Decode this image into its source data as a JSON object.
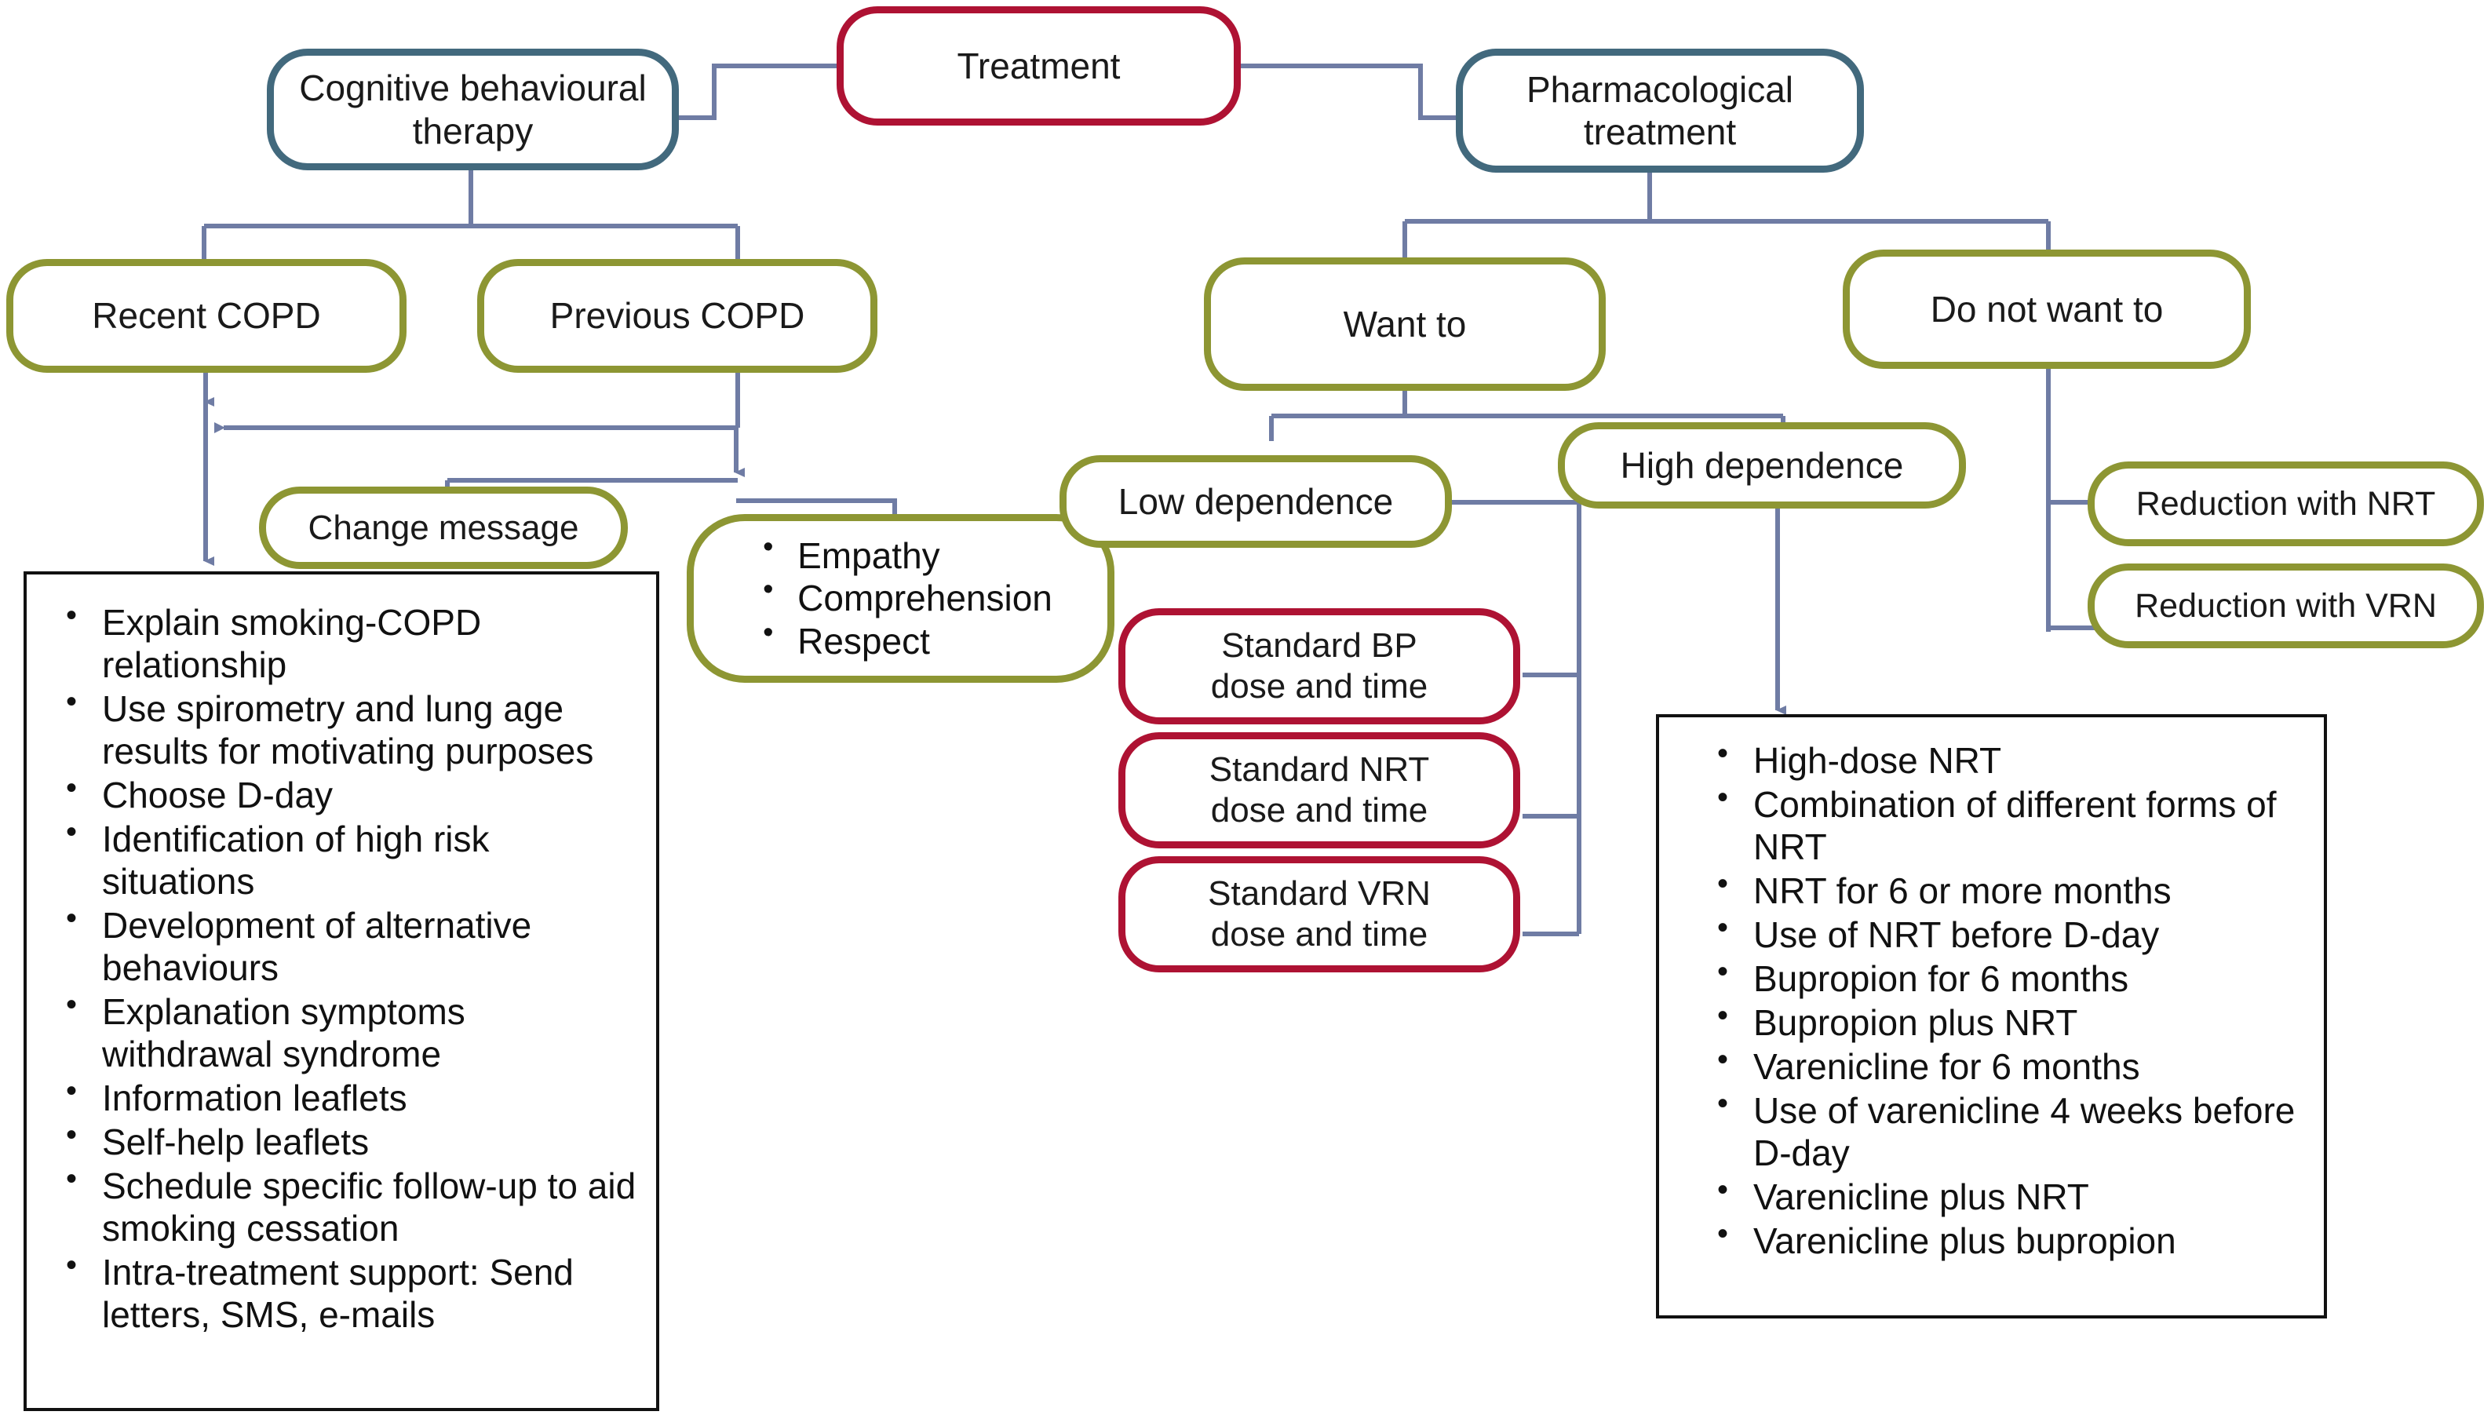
{
  "diagram": {
    "title": "Treatment flowchart for smoking cessation in COPD",
    "colors": {
      "root_border": "#ae1233",
      "branch_border": "#42697d",
      "category_border": "#8d9633",
      "connector": "#6f7ca4",
      "plain_box_border": "#111111",
      "text": "#1a1a1a",
      "background": "#ffffff"
    },
    "nodes": {
      "root": "Treatment",
      "cbt": "Cognitive behavioural therapy",
      "pharma": "Pharmacological treatment",
      "recent_copd": "Recent COPD",
      "previous_copd": "Previous COPD",
      "want_to": "Want to",
      "do_not_want_to": "Do not want to",
      "change_message": "Change message",
      "low_dependence": "Low dependence",
      "high_dependence": "High dependence",
      "standard_bp": "Standard BP dose and time",
      "standard_nrt": "Standard NRT dose and time",
      "standard_vrn": "Standard VRN dose and time",
      "reduction_nrt": "Reduction with NRT",
      "reduction_vrn": "Reduction with VRN"
    },
    "node_lines": {
      "cbt": [
        "Cognitive behavioural",
        "therapy"
      ],
      "pharma": [
        "Pharmacological",
        "treatment"
      ],
      "standard_bp": [
        "Standard BP",
        "dose and time"
      ],
      "standard_nrt": [
        "Standard NRT",
        "dose and time"
      ],
      "standard_vrn": [
        "Standard VRN",
        "dose and time"
      ]
    },
    "attitude_items": [
      "Empathy",
      "Comprehension",
      "Respect"
    ],
    "cbt_actions": [
      "Explain smoking-COPD relationship",
      "Use spirometry and lung age results for motivating purposes",
      "Choose D-day",
      "Identification of high risk situations",
      "Development of alternative behaviours",
      "Explanation symptoms withdrawal syndrome",
      "Information leaflets",
      "Self-help leaflets",
      "Schedule specific follow-up to aid smoking cessation",
      "Intra-treatment support: Send letters, SMS, e-mails"
    ],
    "high_dependence_actions": [
      "High-dose NRT",
      "Combination of different forms of NRT",
      "NRT for 6 or more months",
      "Use of NRT before D-day",
      "Bupropion for 6 months",
      "Bupropion plus NRT",
      "Varenicline for 6 months",
      "Use of varenicline 4 weeks before D-day",
      "Varenicline plus NRT",
      "Varenicline plus bupropion"
    ]
  }
}
